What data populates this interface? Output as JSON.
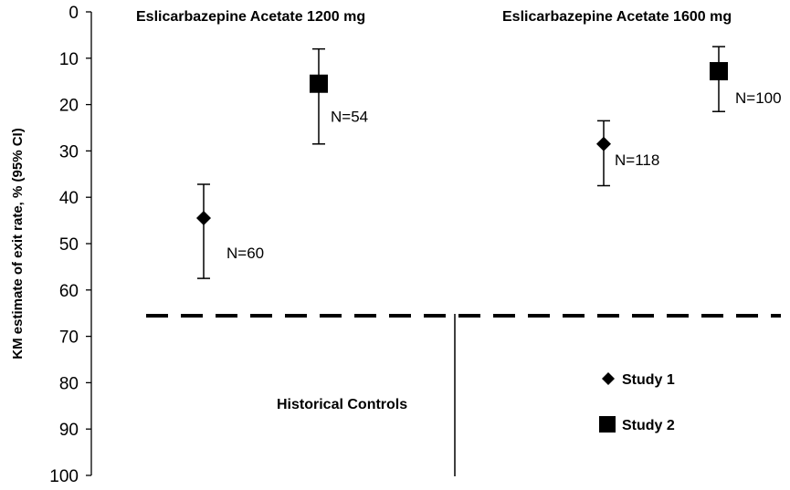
{
  "chart_data": {
    "type": "scatter",
    "ylabel": "KM estimate of exit rate, % (95% CI)",
    "ylim": [
      0,
      100
    ],
    "y_inverted": true,
    "yticks": [
      "0",
      "10",
      "20",
      "30",
      "40",
      "50",
      "60",
      "70",
      "80",
      "90",
      "100"
    ],
    "panels": [
      {
        "title": "Eslicarbazepine Acetate 1200 mg"
      },
      {
        "title": "Eslicarbazepine Acetate 1600 mg"
      }
    ],
    "series": [
      {
        "name": "Study 1",
        "marker": "diamond",
        "points": [
          {
            "panel": 0,
            "y": 44.5,
            "ci": [
              37.2,
              57.5
            ],
            "label": "N=60"
          },
          {
            "panel": 1,
            "y": 28.5,
            "ci": [
              23.5,
              37.5
            ],
            "label": "N=118"
          }
        ]
      },
      {
        "name": "Study 2",
        "marker": "square",
        "points": [
          {
            "panel": 0,
            "y": 15.5,
            "ci": [
              8.0,
              28.5
            ],
            "label": "N=54"
          },
          {
            "panel": 1,
            "y": 12.8,
            "ci": [
              7.5,
              21.5
            ],
            "label": "N=100"
          }
        ]
      }
    ],
    "reference_line": {
      "y": 65.3,
      "style": "dashed",
      "label": "Historical Controls"
    },
    "legend_position": "bottom-right",
    "colors": {
      "marker": "#000000",
      "line": "#000000"
    }
  }
}
